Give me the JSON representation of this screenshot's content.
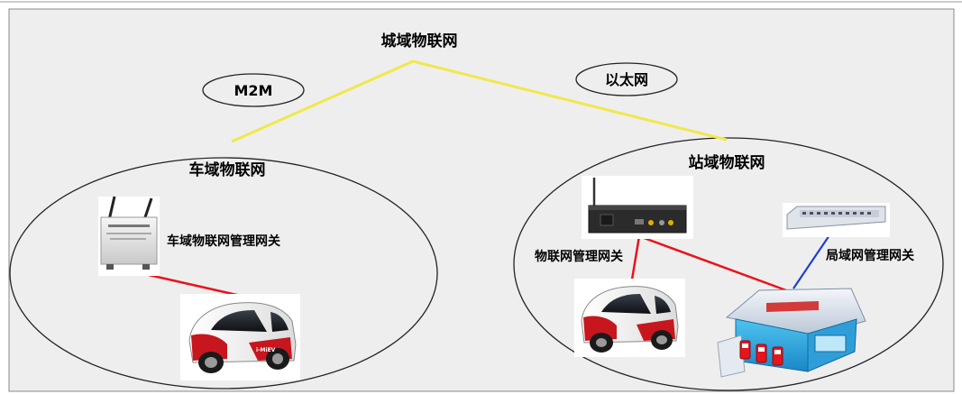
{
  "diagram": {
    "title": "城域物联网",
    "protocols": {
      "left": "M2M",
      "right": "以太网"
    },
    "vehicle_domain": {
      "title": "车域物联网",
      "gateway_label": "车域物联网管理网关"
    },
    "station_domain": {
      "title": "站域物联网",
      "iot_gateway_label": "物联网管理网关",
      "lan_gateway_label": "局域网管理网关"
    },
    "car_brand_text": "i-MiEV"
  },
  "colors": {
    "uplink": "#f0e84a",
    "car_link": "#e8141c",
    "lan_link": "#1f3fd0",
    "panel_bg": "#eeeeee",
    "car_red": "#c8161e"
  }
}
